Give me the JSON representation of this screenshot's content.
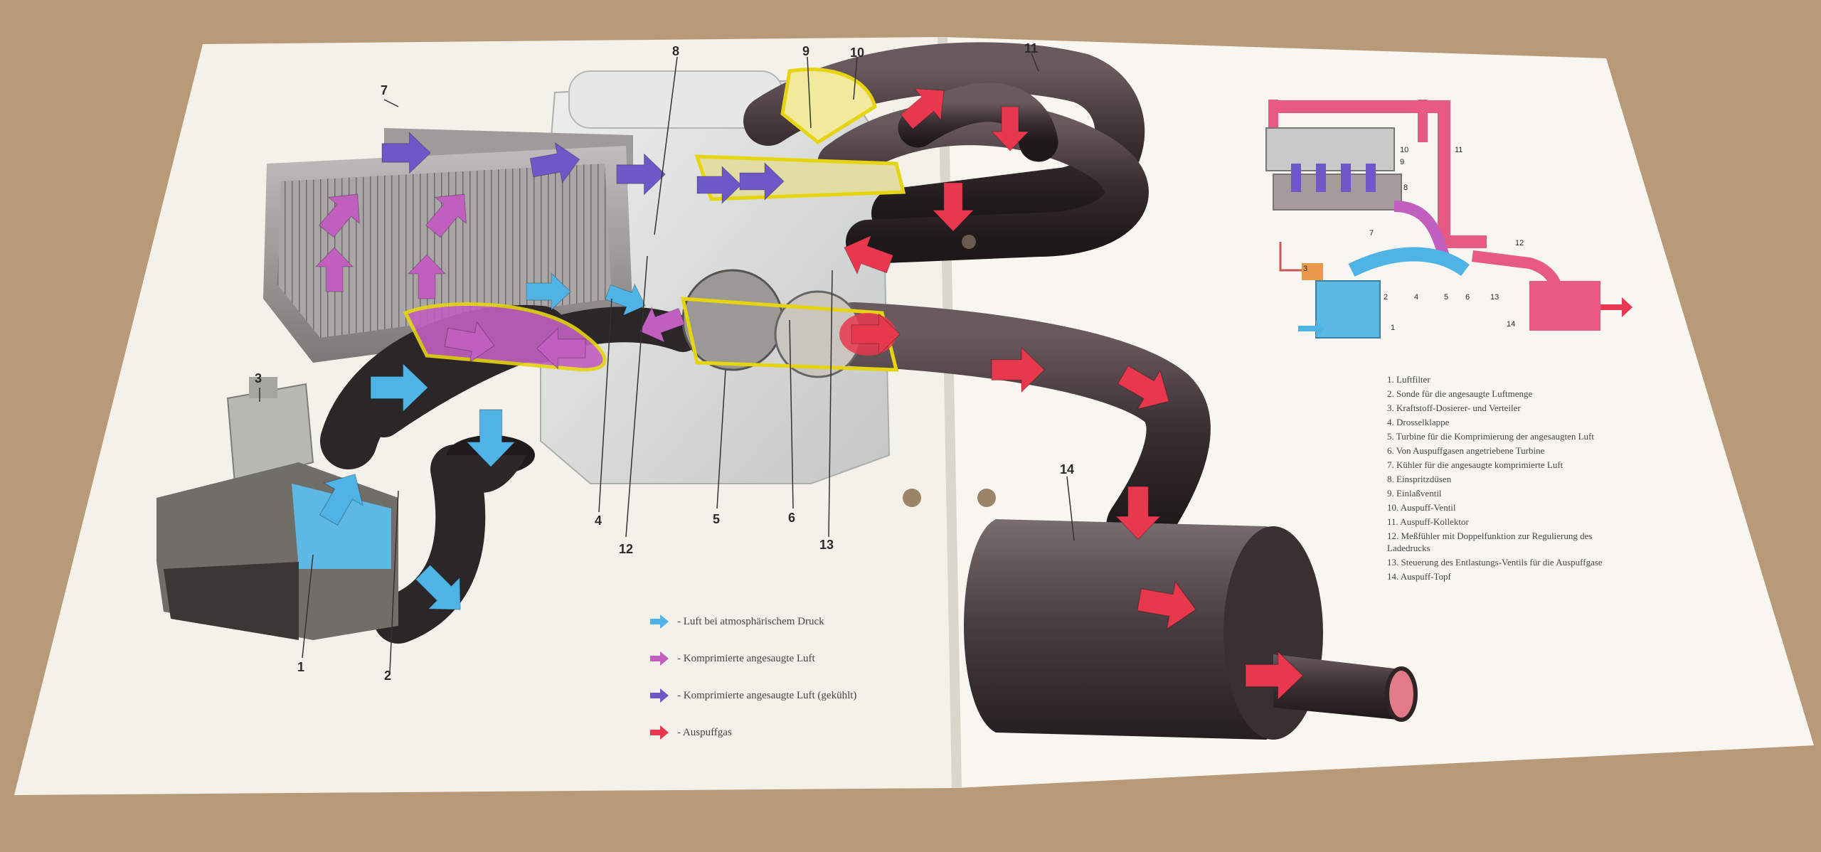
{
  "callouts": {
    "c1": "1",
    "c2": "2",
    "c3": "3",
    "c4": "4",
    "c5": "5",
    "c6": "6",
    "c7": "7",
    "c8": "8",
    "c9": "9",
    "c10": "10",
    "c11": "11",
    "c12": "12",
    "c13": "13",
    "c14": "14"
  },
  "legend": [
    {
      "label": "- Luft bei atmosphärischem Druck",
      "color": "#4fb3e6"
    },
    {
      "label": "- Komprimierte angesaugte Luft",
      "color": "#c15fbf"
    },
    {
      "label": "- Komprimierte angesaugte Luft (gekühlt)",
      "color": "#6e58c8"
    },
    {
      "label": "- Auspuffgas",
      "color": "#e8384d"
    }
  ],
  "key": [
    "1. Luftfilter",
    "2. Sonde für die angesaugte Luftmenge",
    "3. Kraftstoff-Dosierer- und Verteiler",
    "4. Drosselklappe",
    "5. Turbine für die Komprimierung der angesaugten Luft",
    "6. Von Auspuffgasen angetriebene Turbine",
    "7. Kühler für die angesaugte komprimierte Luft",
    "8. Einspritzdüsen",
    "9. Einlaßventil",
    "10. Auspuff-Ventil",
    "11. Auspuff-Kollektor",
    "12. Meßfühler mit Doppelfunktion zur Regulierung des Ladedrucks",
    "13. Steuerung des Entlastungs-Ventils für die Auspuffgase",
    "14. Auspuff-Topf"
  ],
  "schematic_labels": {
    "s1": "1",
    "s2": "2",
    "s3": "3",
    "s4": "4",
    "s5": "5",
    "s6": "6",
    "s7": "7",
    "s8": "8",
    "s9": "9",
    "s10": "10",
    "s11": "11",
    "s12": "12",
    "s13": "13",
    "s14": "14"
  },
  "colors": {
    "table": "#b89a78",
    "paper": "#f3f1ea",
    "air": "#4fb3e6",
    "compressed": "#c15fbf",
    "cooled": "#6e58c8",
    "exhaust": "#e8384d",
    "pipe": "#4a3c40",
    "engine": "#d6d9d8"
  }
}
